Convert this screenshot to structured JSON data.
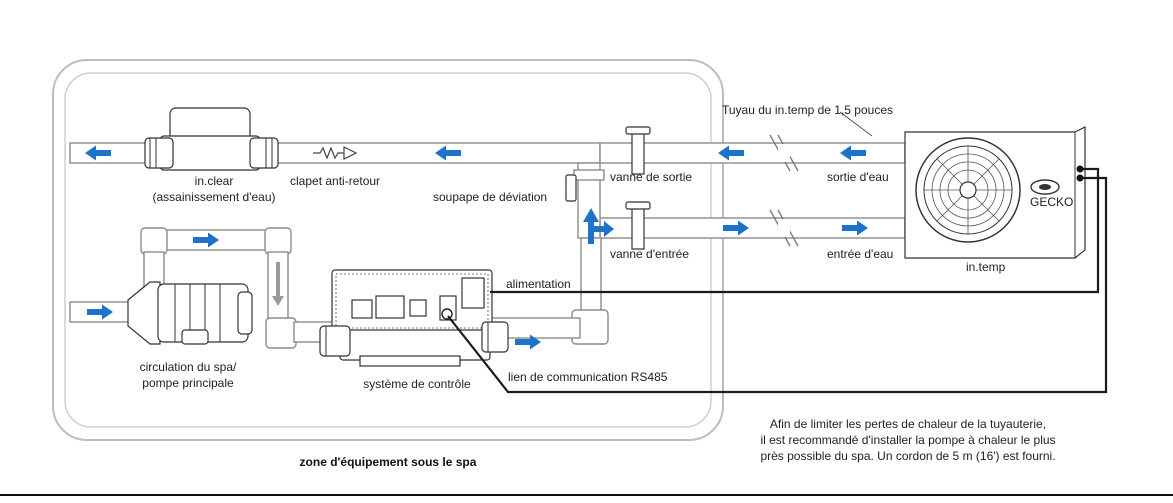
{
  "labels": {
    "pipe_heading": "Tuyau du in.temp de 1,5 pouces",
    "inclear": "in.clear",
    "inclear_sub": "(assainissement d'eau)",
    "check_valve": "clapet anti-retour",
    "diverter": "soupape de déviation",
    "outlet_valve": "vanne de sortie",
    "inlet_valve": "vanne d'entrée",
    "water_out": "sortie d'eau",
    "water_in": "entrée d'eau",
    "heat_pump": "in.temp",
    "power": "alimentation",
    "pump_line1": "circulation du spa/",
    "pump_line2": "pompe principale",
    "control": "système de contrôle",
    "rs485": "lien de communication RS485",
    "zone": "zone d'équipement sous le spa",
    "note_line1": "Afin de limiter les pertes de chaleur de la tuyauterie,",
    "note_line2": "il est recommandé d'installer la pompe à chaleur le plus",
    "note_line3": "près possible du spa. Un cordon de 5 m (16') est fourni.",
    "brand": "GECKO"
  },
  "colors": {
    "flow_arrow": "#1e73c8",
    "pipe": "#8c8c8c",
    "wire": "#1b1b1b",
    "zone_border": "#bdbdbd"
  },
  "icons": [
    "fan-icon",
    "check-valve-icon",
    "gecko-logo-icon"
  ]
}
